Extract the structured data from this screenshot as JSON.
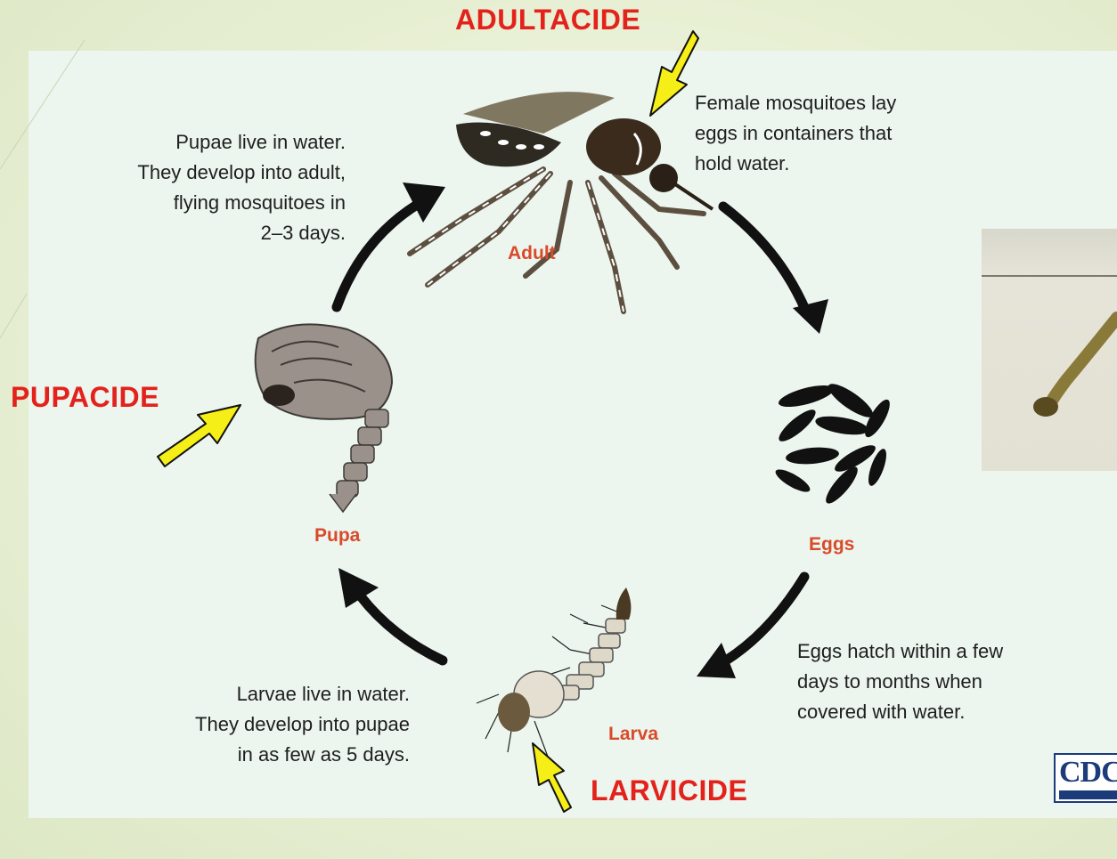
{
  "stages": {
    "adult": "Adult",
    "eggs": "Eggs",
    "larva": "Larva",
    "pupa": "Pupa"
  },
  "descriptions": {
    "adult": [
      "Female mosquitoes lay",
      "eggs in containers that",
      "hold water."
    ],
    "eggs": [
      "Eggs hatch within a few",
      "days to months when",
      "covered with water."
    ],
    "larva": [
      "Larvae live in water.",
      "They develop into pupae",
      "in as few as 5 days."
    ],
    "pupa": [
      "Pupae live in water.",
      "They develop into adult,",
      "flying mosquitoes in",
      "2–3 days."
    ]
  },
  "controls": {
    "adult": "ADULTACIDE",
    "pupa": "PUPACIDE",
    "larva": "LARVICIDE"
  },
  "logo": {
    "text": "CDC"
  },
  "colors": {
    "stage_label": "#d94a2a",
    "control_label": "#e3221c",
    "arrow_highlight": "#f6ee17",
    "panel": "#ecf5ee"
  }
}
